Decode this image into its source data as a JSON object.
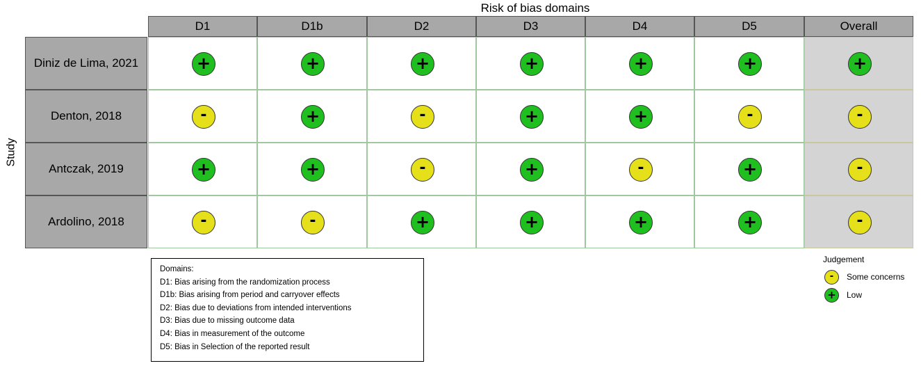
{
  "chart_data": {
    "type": "table",
    "title": "Risk of bias domains",
    "ylabel": "Study",
    "columns": [
      "D1",
      "D1b",
      "D2",
      "D3",
      "D4",
      "D5",
      "Overall"
    ],
    "rows": [
      {
        "study": "Diniz de Lima, 2021",
        "judgements": [
          "low",
          "low",
          "low",
          "low",
          "low",
          "low",
          "low"
        ]
      },
      {
        "study": "Denton, 2018",
        "judgements": [
          "some",
          "low",
          "some",
          "low",
          "low",
          "some",
          "some"
        ]
      },
      {
        "study": "Antczak, 2019",
        "judgements": [
          "low",
          "low",
          "some",
          "low",
          "some",
          "low",
          "some"
        ]
      },
      {
        "study": "Ardolino, 2018",
        "judgements": [
          "some",
          "some",
          "low",
          "low",
          "low",
          "low",
          "some"
        ]
      }
    ],
    "symbols": {
      "low": "+",
      "some": "-"
    },
    "colors": {
      "low": "#1fbf1f",
      "some": "#e6e01a",
      "header": "#a8a8a8",
      "overall_bg": "#d4d4d4"
    },
    "domains_box": {
      "heading": "Domains:",
      "lines": [
        "D1: Bias arising from the randomization process",
        "D1b: Bias arising from period and carryover effects",
        "D2: Bias due to deviations from intended interventions",
        "D3: Bias due to missing outcome data",
        "D4: Bias in measurement of the outcome",
        "D5: Bias in Selection of the reported result"
      ]
    },
    "legend": {
      "title": "Judgement",
      "position": "bottom-right",
      "items": [
        {
          "key": "some",
          "symbol": "-",
          "label": "Some concerns"
        },
        {
          "key": "low",
          "symbol": "+",
          "label": "Low"
        }
      ]
    }
  }
}
